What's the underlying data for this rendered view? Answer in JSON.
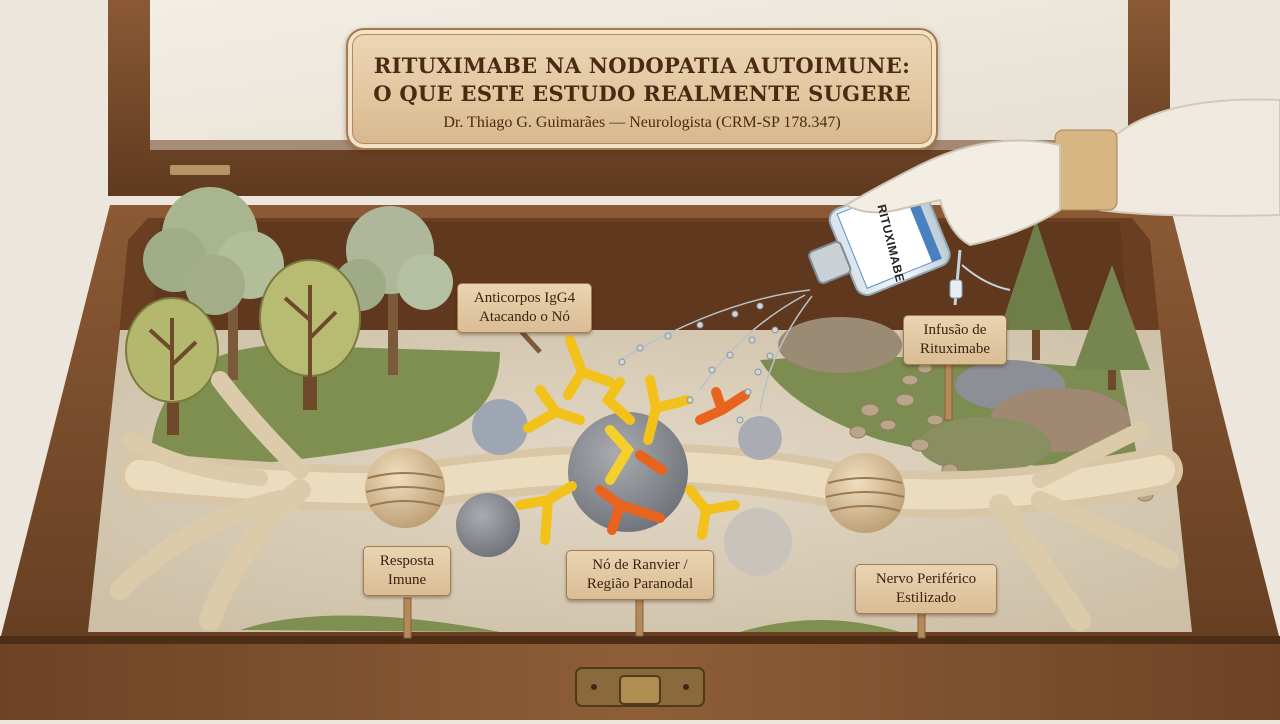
{
  "plaque": {
    "title_line1": "RITUXIMABE NA NODOPATIA AUTOIMUNE:",
    "title_line2": "O QUE ESTE ESTUDO REALMENTE SUGERE",
    "author": "Dr. Thiago G. Guimarães — Neurologista (CRM-SP 178.347)"
  },
  "labels": {
    "antibodies": [
      "Anticorpos IgG4",
      "Atacando o Nó"
    ],
    "infusion": [
      "Infusão de",
      "Rituximabe"
    ],
    "immune": [
      "Resposta",
      "Imune"
    ],
    "node": [
      "Nó de Ranvier /",
      "Região Paranodal"
    ],
    "nerve": [
      "Nervo Periférico",
      "Estilizado"
    ]
  },
  "vial": {
    "label": "RITUXIMABE"
  },
  "colors": {
    "wood": "#7a4a2a",
    "felt_green": "#8a9a5b",
    "antibody_yellow": "#f2c21a",
    "antibody_orange": "#e8641e",
    "yarn": "#e2d3b8"
  }
}
